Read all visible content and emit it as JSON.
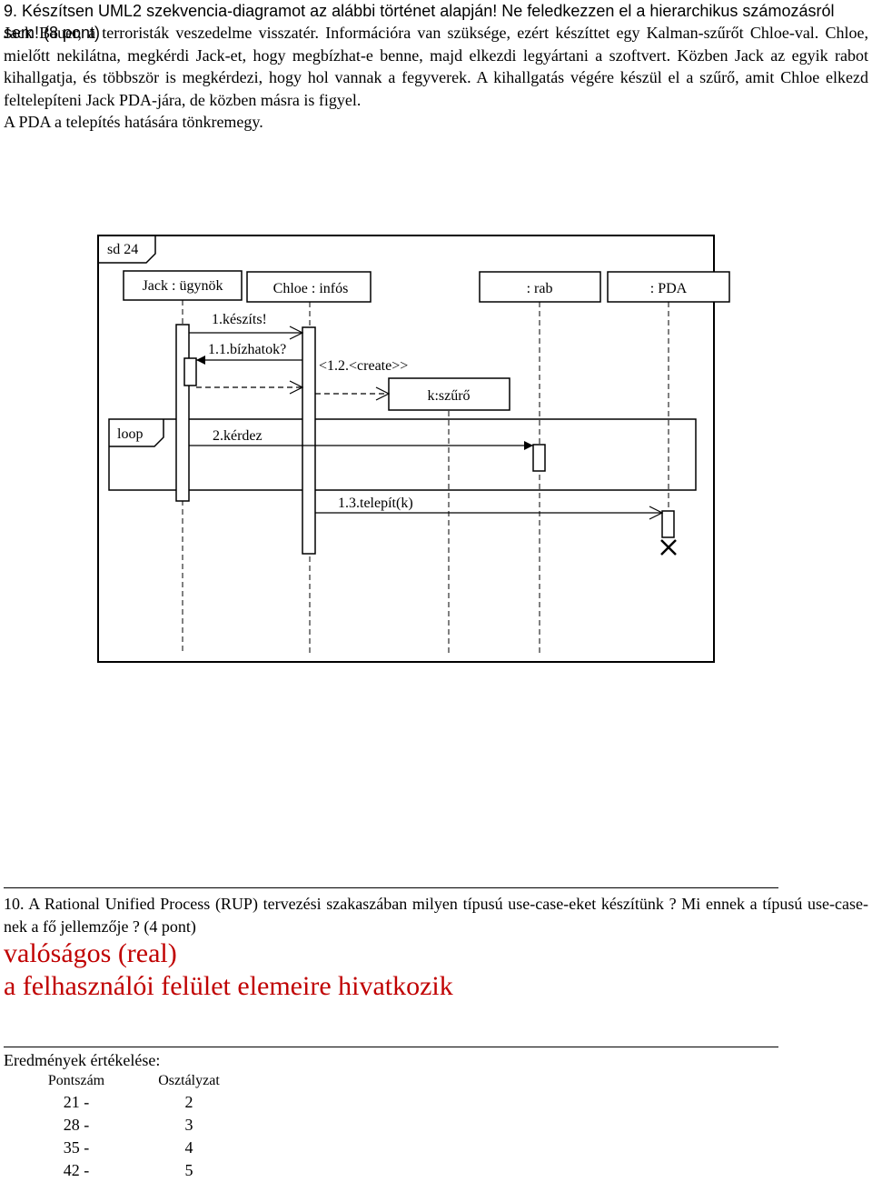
{
  "question9": {
    "header": "9. Készítsen UML2 szekvencia-diagramot az alábbi történet alapján! Ne feledkezzen el a hierarchikus számozásról sem! (8 pont)",
    "story_line1": "Jack Bauer, a terroristák veszedelme visszatér. Információra van szüksége, ezért készíttet egy Kalman-szűrőt Chloe-val. Chloe, mielőtt nekilátna, megkérdi Jack-et, hogy megbízhat-e benne, majd elkezdi legyártani a szoftvert. Közben Jack az egyik rabot kihallgatja, és többször is megkérdezi, hogy hol vannak a fegyverek. A kihallgatás végére készül el a szűrő, amit Chloe elkezd feltelepíteni Jack PDA-jára, de közben másra is figyel.",
    "story_line2": "A PDA a telepítés hatására tönkremegy."
  },
  "diagram": {
    "frame_label": "sd 24",
    "lifelines": {
      "jack": "Jack : ügynök",
      "chloe": "Chloe : infós",
      "rab": ": rab",
      "pda": ": PDA"
    },
    "created_object": "k:szűrő",
    "messages": {
      "m1": "1.készíts!",
      "m11": "1.1.bízhatok?",
      "m12": "<1.2.<create>>",
      "m2": "2.kérdez",
      "m13": "1.3.telepít(k)"
    },
    "fragment_label": "loop"
  },
  "question10": {
    "text": "10. A Rational Unified Process (RUP) tervezési szakaszában milyen típusú use-case-eket készítünk ? Mi ennek a típusú use-case-nek a fő jellemzője ? (4 pont)",
    "answer_line1": "valóságos (real)",
    "answer_line2": "a felhasználói felület elemeire hivatkozik",
    "answer_color": "#c00000"
  },
  "evaluation": {
    "title": "Eredmények értékelése:",
    "col_points": "Pontszám",
    "col_grade": "Osztályzat",
    "rows": [
      {
        "points": "21 -",
        "grade": "2"
      },
      {
        "points": "28 -",
        "grade": "3"
      },
      {
        "points": "35 -",
        "grade": "4"
      },
      {
        "points": "42 -",
        "grade": "5"
      }
    ]
  }
}
